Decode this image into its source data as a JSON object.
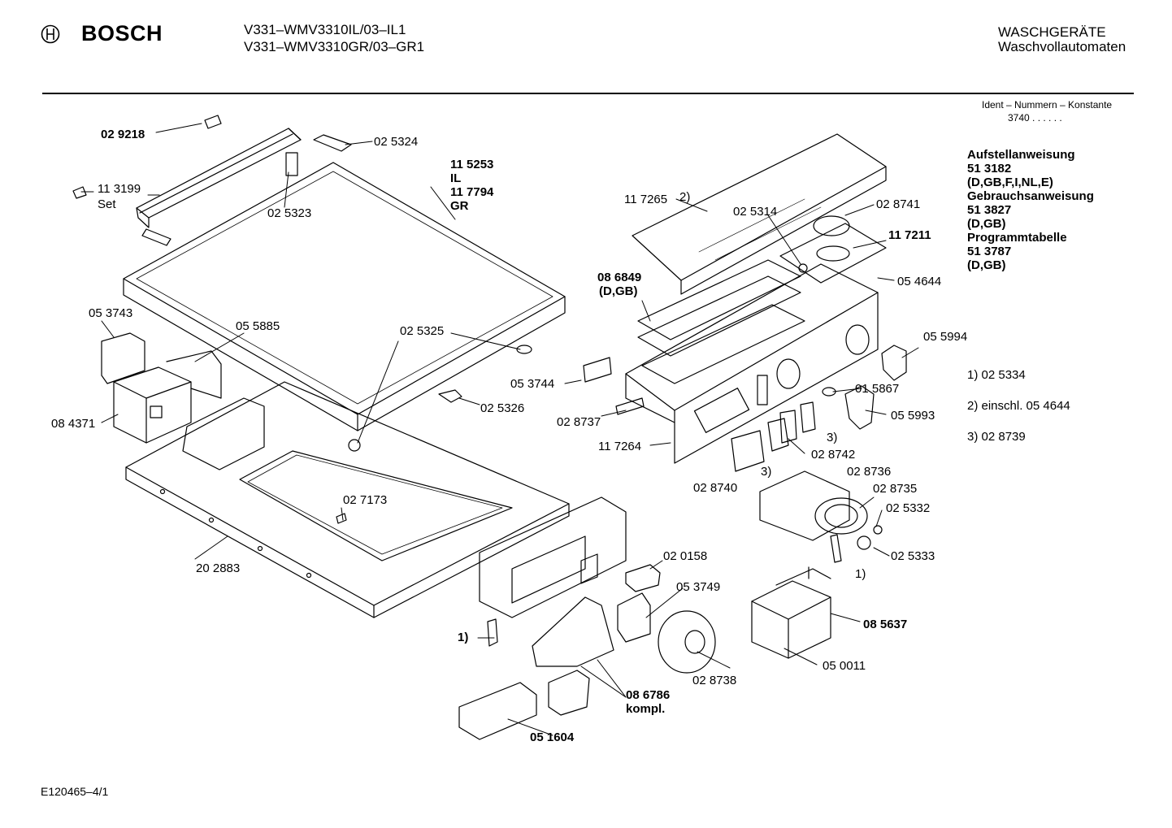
{
  "header": {
    "brand": "BOSCH",
    "models": [
      "V331–WMV3310IL/03–IL1",
      "V331–WMV3310GR/03–GR1"
    ],
    "category": [
      "WASCHGERÄTE",
      "Waschvollautomaten"
    ],
    "ident_label": "Ident – Nummern – Konstante",
    "ident_value": "3740 . . . . . ."
  },
  "references": [
    "Aufstellanweisung",
    "51 3182",
    "(D,GB,F,I,NL,E)",
    "Gebrauchsanweisung",
    "51 3827",
    "(D,GB)",
    "Programmtabelle",
    "51 3787",
    "(D,GB)"
  ],
  "footnotes": [
    "1)  02 5334",
    "2)  einschl. 05 4644",
    "3) 02 8739"
  ],
  "footer": "E120465–4/1",
  "parts": [
    {
      "id": "p029218",
      "text": "02 9218",
      "bold": true
    },
    {
      "id": "p025324",
      "text": "02 5324",
      "bold": false
    },
    {
      "id": "p113199",
      "text": "11 3199",
      "bold": false
    },
    {
      "id": "pset",
      "text": "Set",
      "bold": false
    },
    {
      "id": "p025323",
      "text": "02 5323",
      "bold": false
    },
    {
      "id": "p115253",
      "text": "11 5253",
      "bold": true
    },
    {
      "id": "pil",
      "text": "IL",
      "bold": true
    },
    {
      "id": "p117794",
      "text": "11 7794",
      "bold": true
    },
    {
      "id": "pgr",
      "text": "GR",
      "bold": true
    },
    {
      "id": "p117265",
      "text": "11 7265",
      "bold": false
    },
    {
      "id": "p2a",
      "text": "2)",
      "bold": false
    },
    {
      "id": "p028741",
      "text": "02 8741",
      "bold": false
    },
    {
      "id": "p025314",
      "text": "02 5314",
      "bold": false
    },
    {
      "id": "p117211",
      "text": "11 7211",
      "bold": true
    },
    {
      "id": "p054644",
      "text": "05 4644",
      "bold": false
    },
    {
      "id": "p086849",
      "text": "08 6849",
      "bold": true
    },
    {
      "id": "pdgb",
      "text": "(D,GB)",
      "bold": true
    },
    {
      "id": "p053743",
      "text": "05 3743",
      "bold": false
    },
    {
      "id": "p055885",
      "text": "05 5885",
      "bold": false
    },
    {
      "id": "p025325",
      "text": "02 5325",
      "bold": false
    },
    {
      "id": "p055994",
      "text": "05 5994",
      "bold": false
    },
    {
      "id": "p053744",
      "text": "05 3744",
      "bold": false
    },
    {
      "id": "p015867",
      "text": "01 5867",
      "bold": false
    },
    {
      "id": "p025326",
      "text": "02 5326",
      "bold": false
    },
    {
      "id": "p084371",
      "text": "08 4371",
      "bold": false
    },
    {
      "id": "p028737",
      "text": "02 8737",
      "bold": false
    },
    {
      "id": "p055993",
      "text": "05 5993",
      "bold": false
    },
    {
      "id": "p117264",
      "text": "11 7264",
      "bold": false
    },
    {
      "id": "p3a",
      "text": "3)",
      "bold": false
    },
    {
      "id": "p028742",
      "text": "02 8742",
      "bold": false
    },
    {
      "id": "p3b",
      "text": "3)",
      "bold": false
    },
    {
      "id": "p028736",
      "text": "02 8736",
      "bold": false
    },
    {
      "id": "p028740",
      "text": "02 8740",
      "bold": false
    },
    {
      "id": "p028735",
      "text": "02 8735",
      "bold": false
    },
    {
      "id": "p027173",
      "text": "02 7173",
      "bold": false
    },
    {
      "id": "p025332",
      "text": "02 5332",
      "bold": false
    },
    {
      "id": "p025333",
      "text": "02 5333",
      "bold": false
    },
    {
      "id": "p202883",
      "text": "20 2883",
      "bold": false
    },
    {
      "id": "p020158",
      "text": "02 0158",
      "bold": false
    },
    {
      "id": "p1a",
      "text": "1)",
      "bold": false
    },
    {
      "id": "p053749",
      "text": "05 3749",
      "bold": false
    },
    {
      "id": "p085637",
      "text": "08 5637",
      "bold": true
    },
    {
      "id": "p1b",
      "text": "1)",
      "bold": true
    },
    {
      "id": "p028738",
      "text": "02 8738",
      "bold": false
    },
    {
      "id": "p050011",
      "text": "05 0011",
      "bold": false
    },
    {
      "id": "p086786",
      "text": "08 6786",
      "bold": true
    },
    {
      "id": "pkompl",
      "text": "kompl.",
      "bold": true
    },
    {
      "id": "p051604",
      "text": "05 1604",
      "bold": true
    }
  ]
}
